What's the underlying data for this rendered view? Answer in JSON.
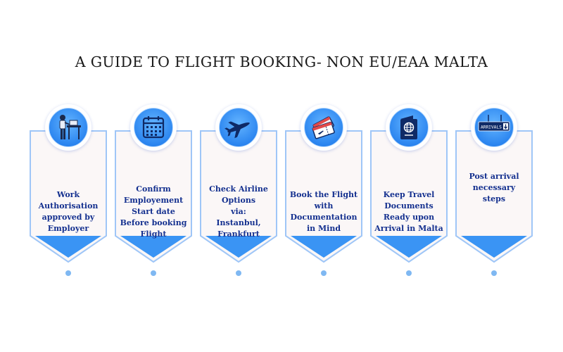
{
  "title": "A GUIDE TO FLIGHT BOOKING- NON EU/EAA MALTA",
  "colors": {
    "accent": "#2c86f0",
    "card_fill": "#fbf7f7",
    "card_border": "#9fc6f7",
    "text": "#14308f",
    "dot": "#7fb8f2"
  },
  "steps": [
    {
      "icon": "person-at-desk-icon",
      "lines": [
        "Work",
        "Authorisation",
        "approved by",
        "Employer"
      ]
    },
    {
      "icon": "calendar-icon",
      "lines": [
        "Confirm",
        "Employement",
        "Start date",
        "Before booking",
        "Flight"
      ]
    },
    {
      "icon": "airplane-icon",
      "lines": [
        "Check Airline",
        "Options",
        "via:",
        "Instanbul,",
        "Frankfurt"
      ]
    },
    {
      "icon": "flight-tickets-icon",
      "lines": [
        "Book the Flight",
        "with",
        "Documentation",
        "in Mind"
      ]
    },
    {
      "icon": "passport-icon",
      "lines": [
        "Keep Travel",
        "Documents",
        "Ready upon",
        "Arrival in Malta"
      ]
    },
    {
      "icon": "arrivals-sign-icon",
      "sign_text": "ARRIVALS",
      "lines": [
        "Post arrival",
        "necessary",
        "steps"
      ]
    }
  ]
}
